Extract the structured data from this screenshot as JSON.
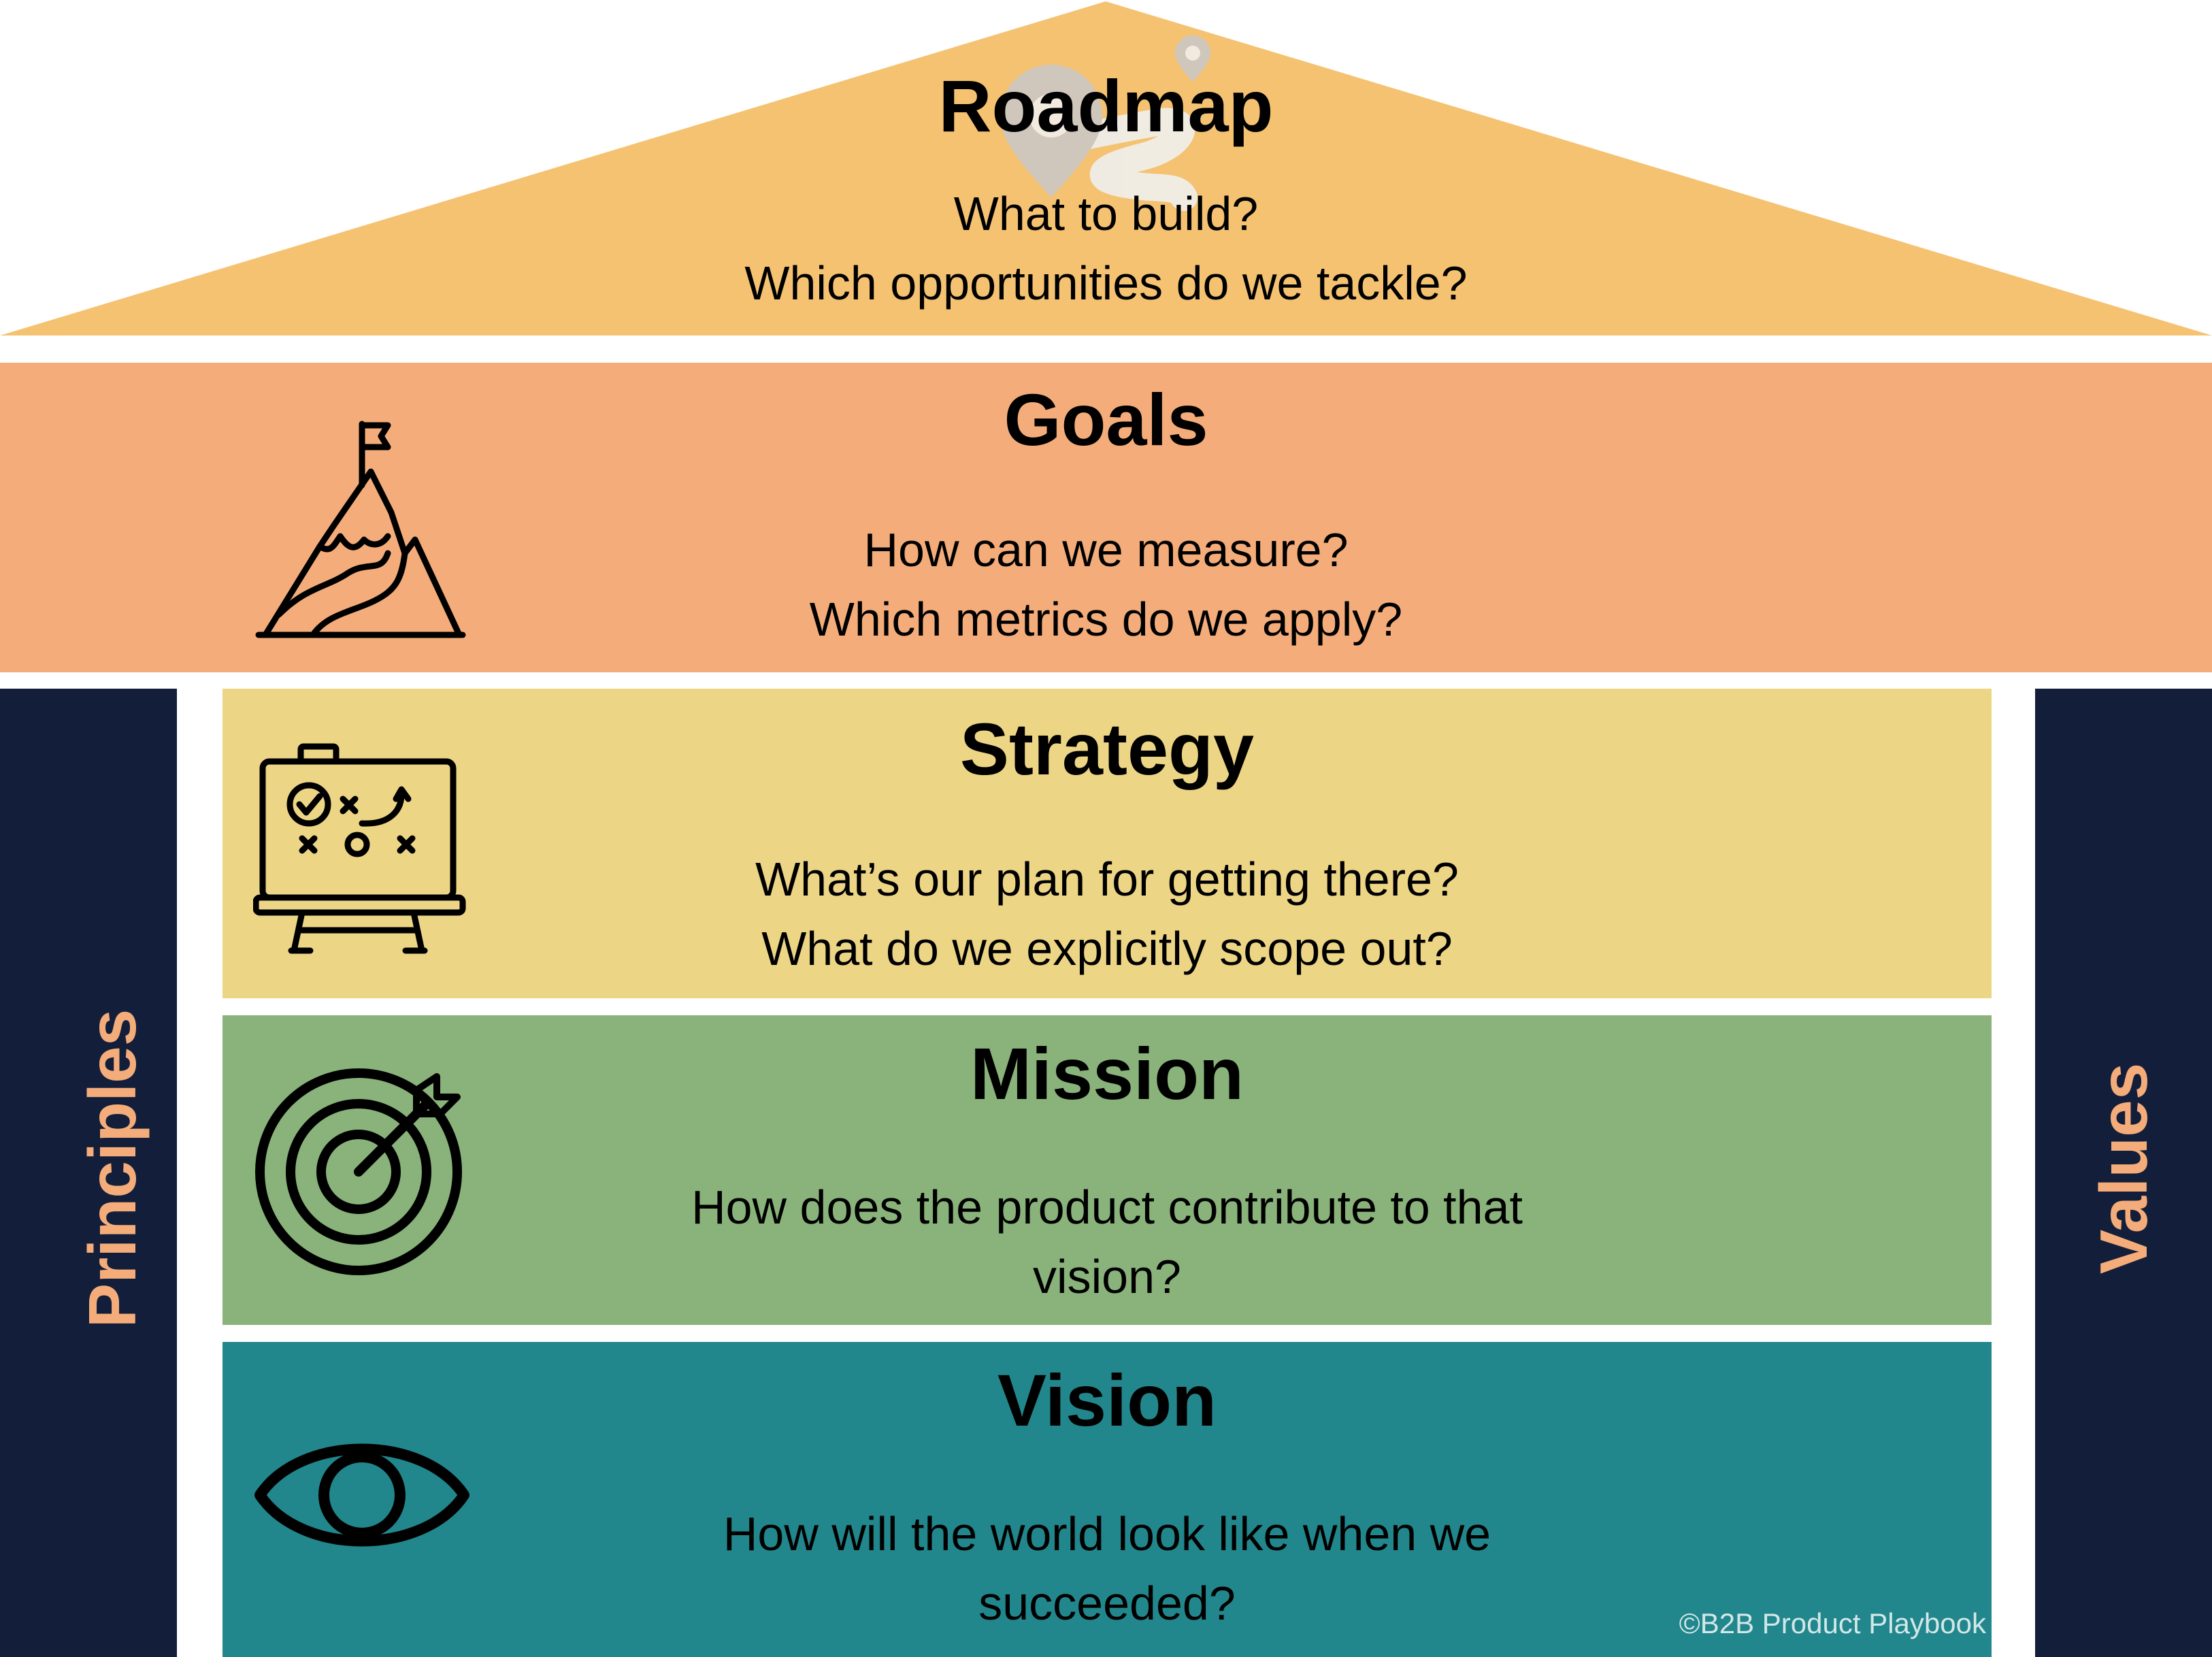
{
  "roadmap": {
    "title": "Roadmap",
    "questions": [
      "What to build?",
      "Which opportunities do we tackle?"
    ],
    "color": "#f5c272",
    "icon": "map-pin-route-icon"
  },
  "goals": {
    "title": "Goals",
    "questions": [
      "How can we measure?",
      "Which metrics do we apply?"
    ],
    "color": "#f4ad7a",
    "icon": "mountain-flag-icon"
  },
  "strategy": {
    "title": "Strategy",
    "questions": [
      "What’s our plan for getting there?",
      "What do we explicitly scope out?"
    ],
    "color": "#edd586",
    "icon": "strategy-board-icon"
  },
  "mission": {
    "title": "Mission",
    "questions": [
      "How does the product contribute to that",
      "vision?"
    ],
    "color": "#89b37a",
    "icon": "target-arrow-icon"
  },
  "vision": {
    "title": "Vision",
    "questions": [
      "How will the world look like when we",
      "succeeded?"
    ],
    "color": "#21878c",
    "icon": "eye-icon"
  },
  "pillars": {
    "left_label": "Principles",
    "right_label": "Values",
    "color": "#131f3a",
    "label_color": "#f4ad7a"
  },
  "copyright": "©B2B Product Playbook"
}
